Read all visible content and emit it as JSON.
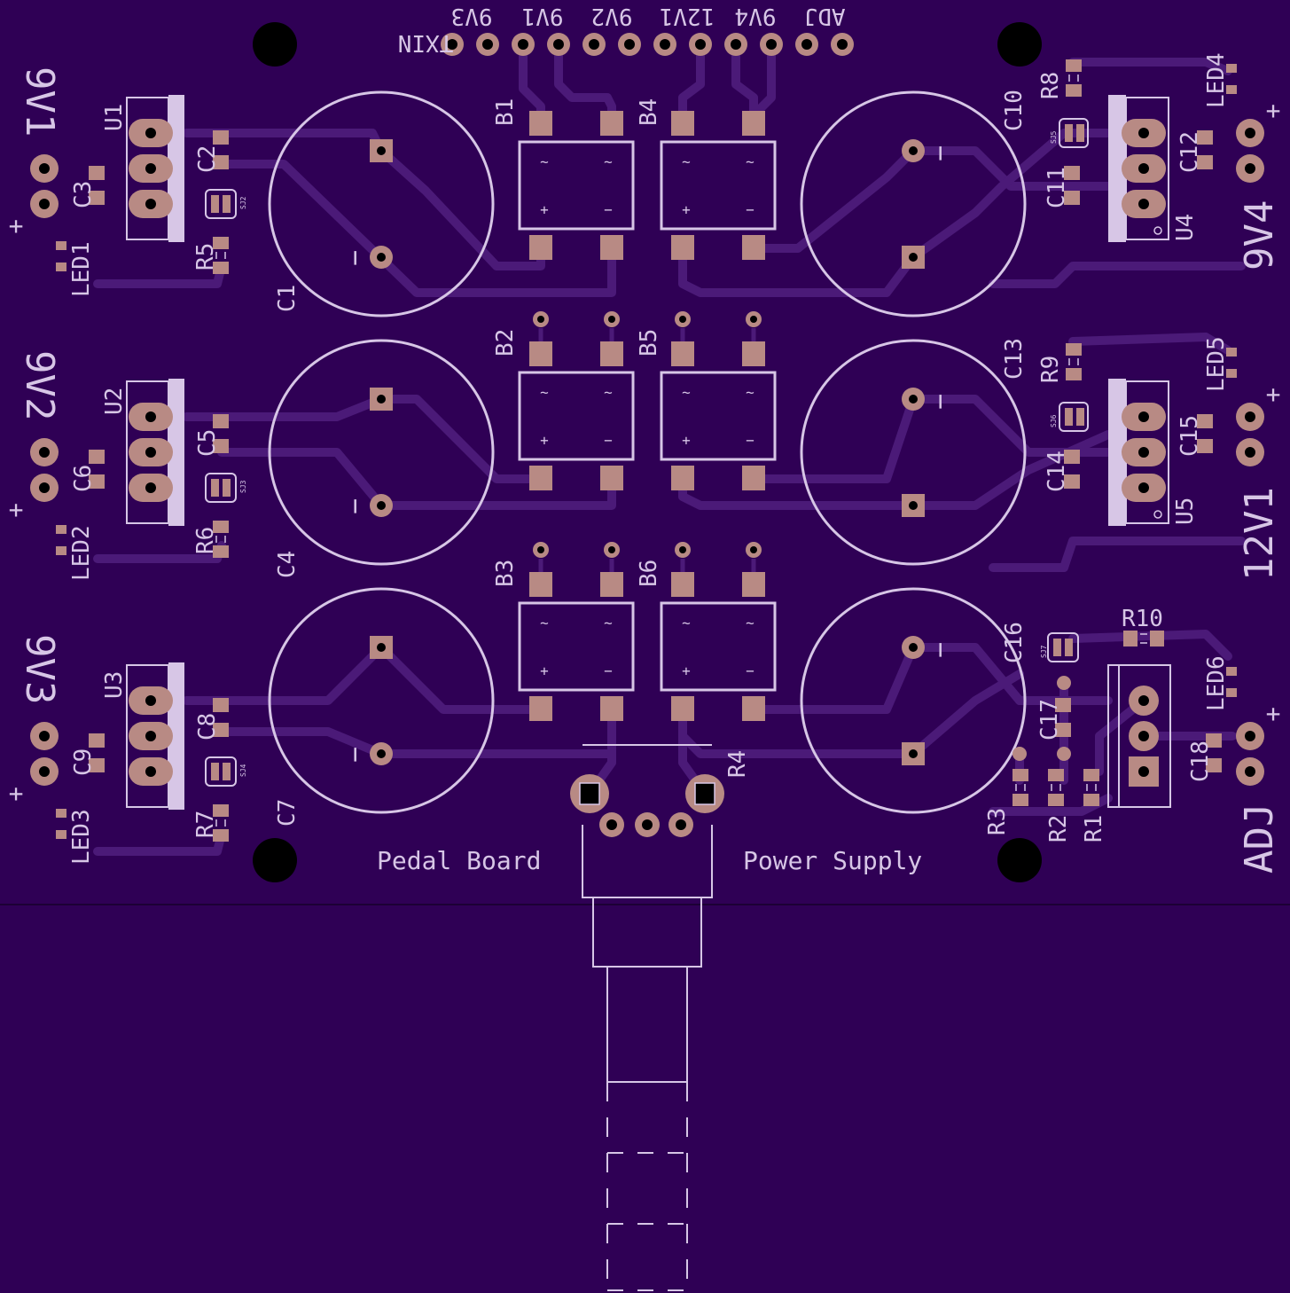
{
  "board": {
    "title_left": "Pedal Board",
    "title_right": "Power Supply"
  },
  "colors": {
    "background": "#2f0055",
    "trace": "#4b1a78",
    "silk": "#d7c6e6",
    "pad": "#b88a84",
    "hole": "#000000"
  },
  "header": {
    "txin_label": "TXIN",
    "labels_above": [
      "9V3",
      "9V1",
      "9V2",
      "12V1",
      "9V4",
      "ADJ"
    ]
  },
  "outputs": {
    "out1": "9V1",
    "out2": "9V2",
    "out3": "9V3",
    "out4": "9V4",
    "out5": "12V1",
    "out6": "ADJ"
  },
  "plus": "+",
  "minus": "−",
  "tilde": "~",
  "components": {
    "U1": "U1",
    "U2": "U2",
    "U3": "U3",
    "U4": "U4",
    "U5": "U5",
    "C1": "C1",
    "C2": "C2",
    "C3": "C3",
    "C4": "C4",
    "C5": "C5",
    "C6": "C6",
    "C7": "C7",
    "C8": "C8",
    "C9": "C9",
    "C10": "C10",
    "C11": "C11",
    "C12": "C12",
    "C13": "C13",
    "C14": "C14",
    "C15": "C15",
    "C16": "C16",
    "C17": "C17",
    "C18": "C18",
    "B1": "B1",
    "B2": "B2",
    "B3": "B3",
    "B4": "B4",
    "B5": "B5",
    "B6": "B6",
    "R1": "R1",
    "R2": "R2",
    "R3": "R3",
    "R4": "R4",
    "R5": "R5",
    "R6": "R6",
    "R7": "R7",
    "R8": "R8",
    "R9": "R9",
    "R10": "R10",
    "LED1": "LED1",
    "LED2": "LED2",
    "LED3": "LED3",
    "LED4": "LED4",
    "LED5": "LED5",
    "LED6": "LED6",
    "SJ2": "SJ2",
    "SJ3": "SJ3",
    "SJ4": "SJ4",
    "SJ5": "SJ5",
    "SJ6": "SJ6",
    "SJ7": "SJ7"
  }
}
